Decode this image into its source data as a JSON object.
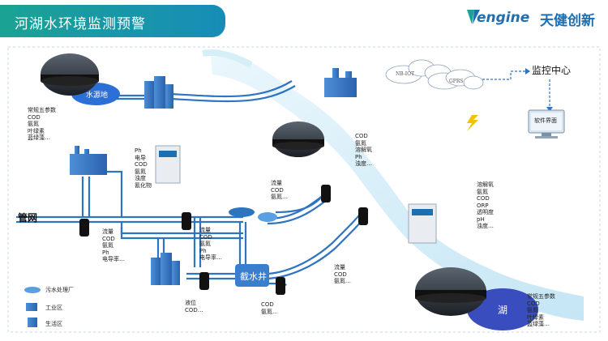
{
  "header": {
    "title": "河湖水环境监测预警",
    "logo_en": "engine",
    "logo_cn": "天健创新",
    "banner_color": "#1a9a8c"
  },
  "nodes": {
    "water_source": "水源地",
    "pipe_network": "管网",
    "interceptor_well": "截水井",
    "lake": "湖",
    "monitor_center": "监控中心",
    "software_ui": "软件界面",
    "nb_iot": "NB-IOT",
    "gprs": "GPRS"
  },
  "labels": {
    "source_params": "常规五参数\nCOD\n氨氮\n叶绿素\n蓝绿藻…",
    "plant_params": "Ph\n电导\nCOD\n氨氮\n浊度\n氰化物",
    "river_params": "COD\n氨氮\n溶解氧\nPh\n浊度…",
    "outlet_params": "流量\nCOD\n氨氮…",
    "pipe_params1": "流量\nCOD\n氨氮\nPh\n电导率…",
    "pipe_params2": "流量\nCOD\n氨氮\nPh\n电导率…",
    "level_params": "液位\nCOD…",
    "well_params": "COD\n氨氮…",
    "outfall_params": "流量\nCOD\n氨氮…",
    "shore_params": "溶解氧\n氨氮\nCOD\nORP\n透明度\npH\n浊度…",
    "lake_params": "常规五参数\nCOD\n氨氮\n叶绿素\n蓝绿藻…"
  },
  "legend": [
    {
      "label": "污水处理厂",
      "icon": "sewage-plant-icon"
    },
    {
      "label": "工业区",
      "icon": "industrial-area-icon"
    },
    {
      "label": "生活区",
      "icon": "residential-area-icon"
    }
  ],
  "colors": {
    "pipe": "#2f74c0",
    "river": "#d6eef8",
    "source_lake": "#2c6fd6",
    "interceptor": "#3a7fce",
    "lake_fill": "#3a4dbf"
  }
}
